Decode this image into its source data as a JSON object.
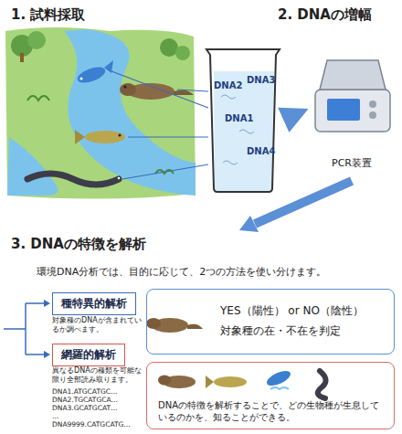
{
  "diagram": {
    "nodes": [
      {
        "text": [
          "DNA2",
          "DNA3",
          "DNA1",
          "DNA4"
        ]
      },
      {
        "text": [
          "PCR装置"
        ]
      },
      {
        "text": [
          "種特異的解析"
        ]
      },
      {
        "text": [
          "YES（陽性） or NO（陰性）",
          "対象種の在・不在を判定"
        ]
      },
      {
        "text": [
          "網羅的解析"
        ]
      },
      {
        "text": [
          "DNAの特徴を解析することで、どの生物種が生息しているのかを、知ることができる。"
        ]
      }
    ],
    "edges": [
      {
        "from": 0,
        "to": 1,
        "arrow": "to"
      }
    ],
    "labels": [
      "1. 試料採取",
      "2. DNAの増幅",
      "3. DNAの特徴を解析",
      "環境DNA分析では、目的に応じて、2つの方法を使い分けます。",
      "対象種のDNAが含まれているか調べます。",
      "異なるDNAの種類を可能な限り全部読み取ります。",
      "DNA1.ATGCATGC…",
      "DNA2.TGCATGCA…",
      "DNA3.GCATGCAT…",
      "…",
      "DNA9999.CATGCATG…"
    ]
  }
}
